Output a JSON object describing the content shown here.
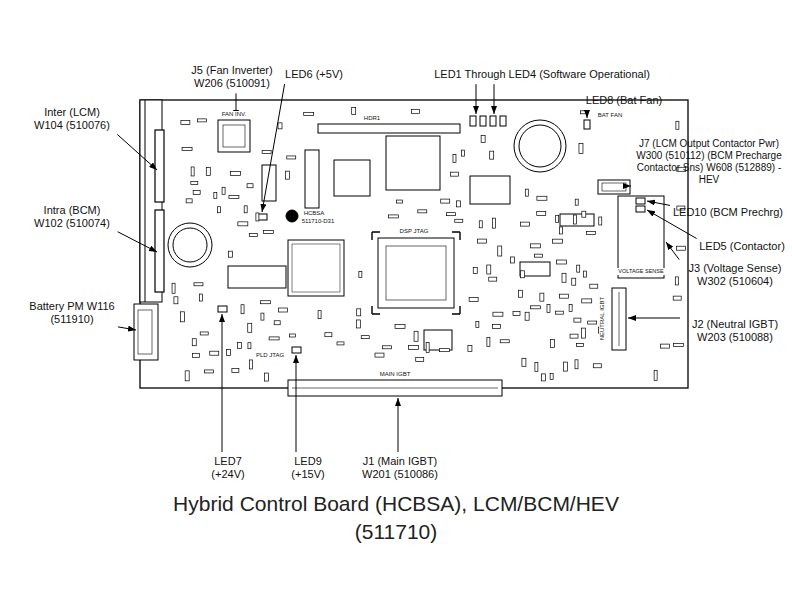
{
  "diagram": {
    "caption": "Hybrid Control Board (HCBSA), LCM/BCM/HEV (511710)",
    "labels": [
      "J5 (Fan Inverter) W206 (510091)",
      "LED6 (+5V)",
      "LED1 Through LED4 (Software Operational)",
      "LED8 (Bat Fan)",
      "J7 (LCM Output Contactor Pwr) W300 (510112) (BCM Precharge Contactor Sns) W608 (512889) - HEV",
      "Inter (LCM) W104 (510076)",
      "LED10 (BCM Prechrg)",
      "LED5 (Contactor)",
      "Intra (BCM) W102 (510074)",
      "J3 (Voltage Sense) W302 (510604)",
      "J2 (Neutral IGBT) W203 (510088)",
      "Battery PM W116 (511910)",
      "LED7 (+24V)",
      "LED9 (+15V)",
      "J1 (Main IGBT) W201 (510086)",
      "FAN INV.",
      "HDR1",
      "BAT FAN",
      "HCBSA",
      "511710-D31",
      "DSP JTAG",
      "VOLTAGE SENSE",
      "NEUTRAL IGBT",
      "PLD JTAG",
      "MAIN IGBT"
    ]
  }
}
